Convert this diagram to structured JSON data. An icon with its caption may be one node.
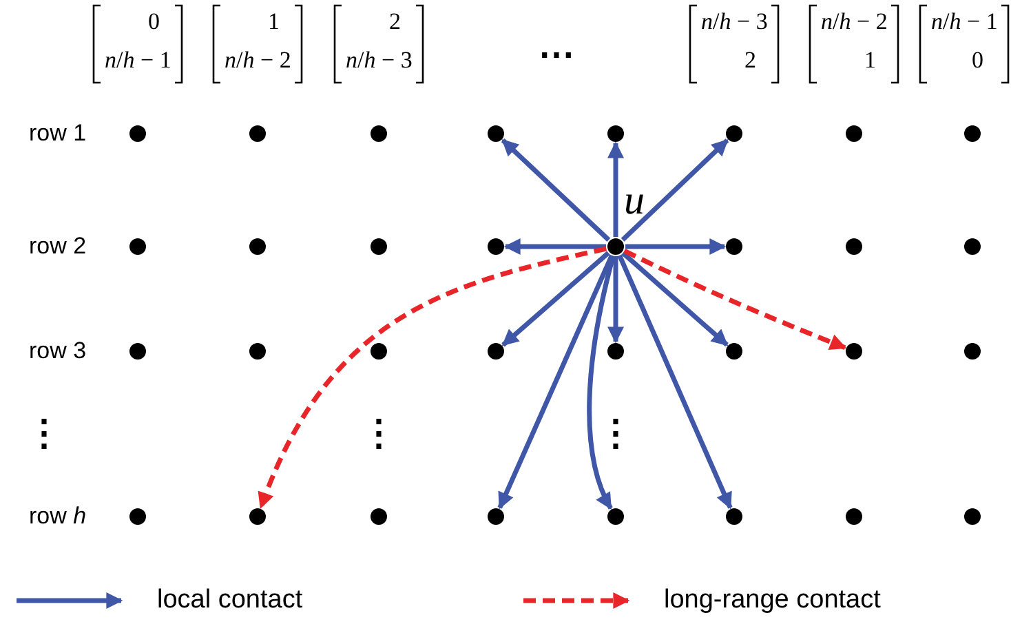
{
  "diagram": {
    "nodes": [
      {
        "text": [],
        "shape": "circle"
      },
      {
        "text": [],
        "shape": "circle"
      },
      {
        "text": [],
        "shape": "circle"
      },
      {
        "text": [],
        "shape": "circle"
      },
      {
        "text": [],
        "shape": "circle"
      },
      {
        "text": [],
        "shape": "circle"
      },
      {
        "text": [],
        "shape": "circle"
      },
      {
        "text": [],
        "shape": "circle"
      },
      {
        "text": [],
        "shape": "circle"
      },
      {
        "text": [],
        "shape": "circle"
      },
      {
        "text": [],
        "shape": "circle"
      },
      {
        "text": [],
        "shape": "circle"
      },
      {
        "text": [],
        "shape": "circle",
        "beside": [
          "*u*"
        ]
      },
      {
        "text": [],
        "shape": "circle"
      },
      {
        "text": [],
        "shape": "circle"
      },
      {
        "text": [],
        "shape": "circle"
      },
      {
        "text": [],
        "shape": "circle"
      },
      {
        "text": [],
        "shape": "circle"
      },
      {
        "text": [],
        "shape": "circle"
      },
      {
        "text": [],
        "shape": "circle"
      },
      {
        "text": [],
        "shape": "circle"
      },
      {
        "text": [],
        "shape": "circle"
      },
      {
        "text": [],
        "shape": "circle"
      },
      {
        "text": [],
        "shape": "circle"
      },
      {
        "text": [],
        "shape": "circle"
      },
      {
        "text": [],
        "shape": "circle"
      },
      {
        "text": [],
        "shape": "circle"
      },
      {
        "text": [],
        "shape": "circle"
      },
      {
        "text": [],
        "shape": "circle"
      },
      {
        "text": [],
        "shape": "circle"
      },
      {
        "text": [],
        "shape": "circle"
      },
      {
        "text": [],
        "shape": "circle"
      }
    ],
    "edges": [
      {
        "from": 12,
        "to": 3,
        "arrow": "to"
      },
      {
        "from": 12,
        "to": 4,
        "arrow": "to"
      },
      {
        "from": 12,
        "to": 5,
        "arrow": "to"
      },
      {
        "from": 12,
        "to": 11,
        "arrow": "to"
      },
      {
        "from": 12,
        "to": 13,
        "arrow": "to"
      },
      {
        "from": 12,
        "to": 19,
        "arrow": "to"
      },
      {
        "from": 12,
        "to": 20,
        "arrow": "to"
      },
      {
        "from": 12,
        "to": 21,
        "arrow": "to"
      },
      {
        "from": 12,
        "to": 27,
        "arrow": "to"
      },
      {
        "from": 12,
        "to": 28,
        "arrow": "to"
      },
      {
        "from": 12,
        "to": 29,
        "arrow": "to"
      },
      {
        "from": 12,
        "to": 25,
        "arrow": "to",
        "style": "dashed",
        "color": "#e8262a"
      },
      {
        "from": 12,
        "to": 22,
        "arrow": "to",
        "style": "dashed",
        "color": "#e8262a"
      }
    ],
    "labels": [
      "0",
      "*n*/*h* − 1",
      "1",
      "*n*/*h* − 2",
      "2",
      "*n*/*h* − 3",
      "⋯",
      "*n*/*h* − 3",
      "2",
      "*n*/*h* − 2",
      "1",
      "*n*/*h* − 1",
      "0",
      "row 1",
      "row 2",
      "row 3",
      "⋮",
      "row *h*",
      "⋮",
      "⋮"
    ],
    "legend": [
      {
        "text": "local contact"
      },
      {
        "text": "long-range contact"
      }
    ]
  }
}
